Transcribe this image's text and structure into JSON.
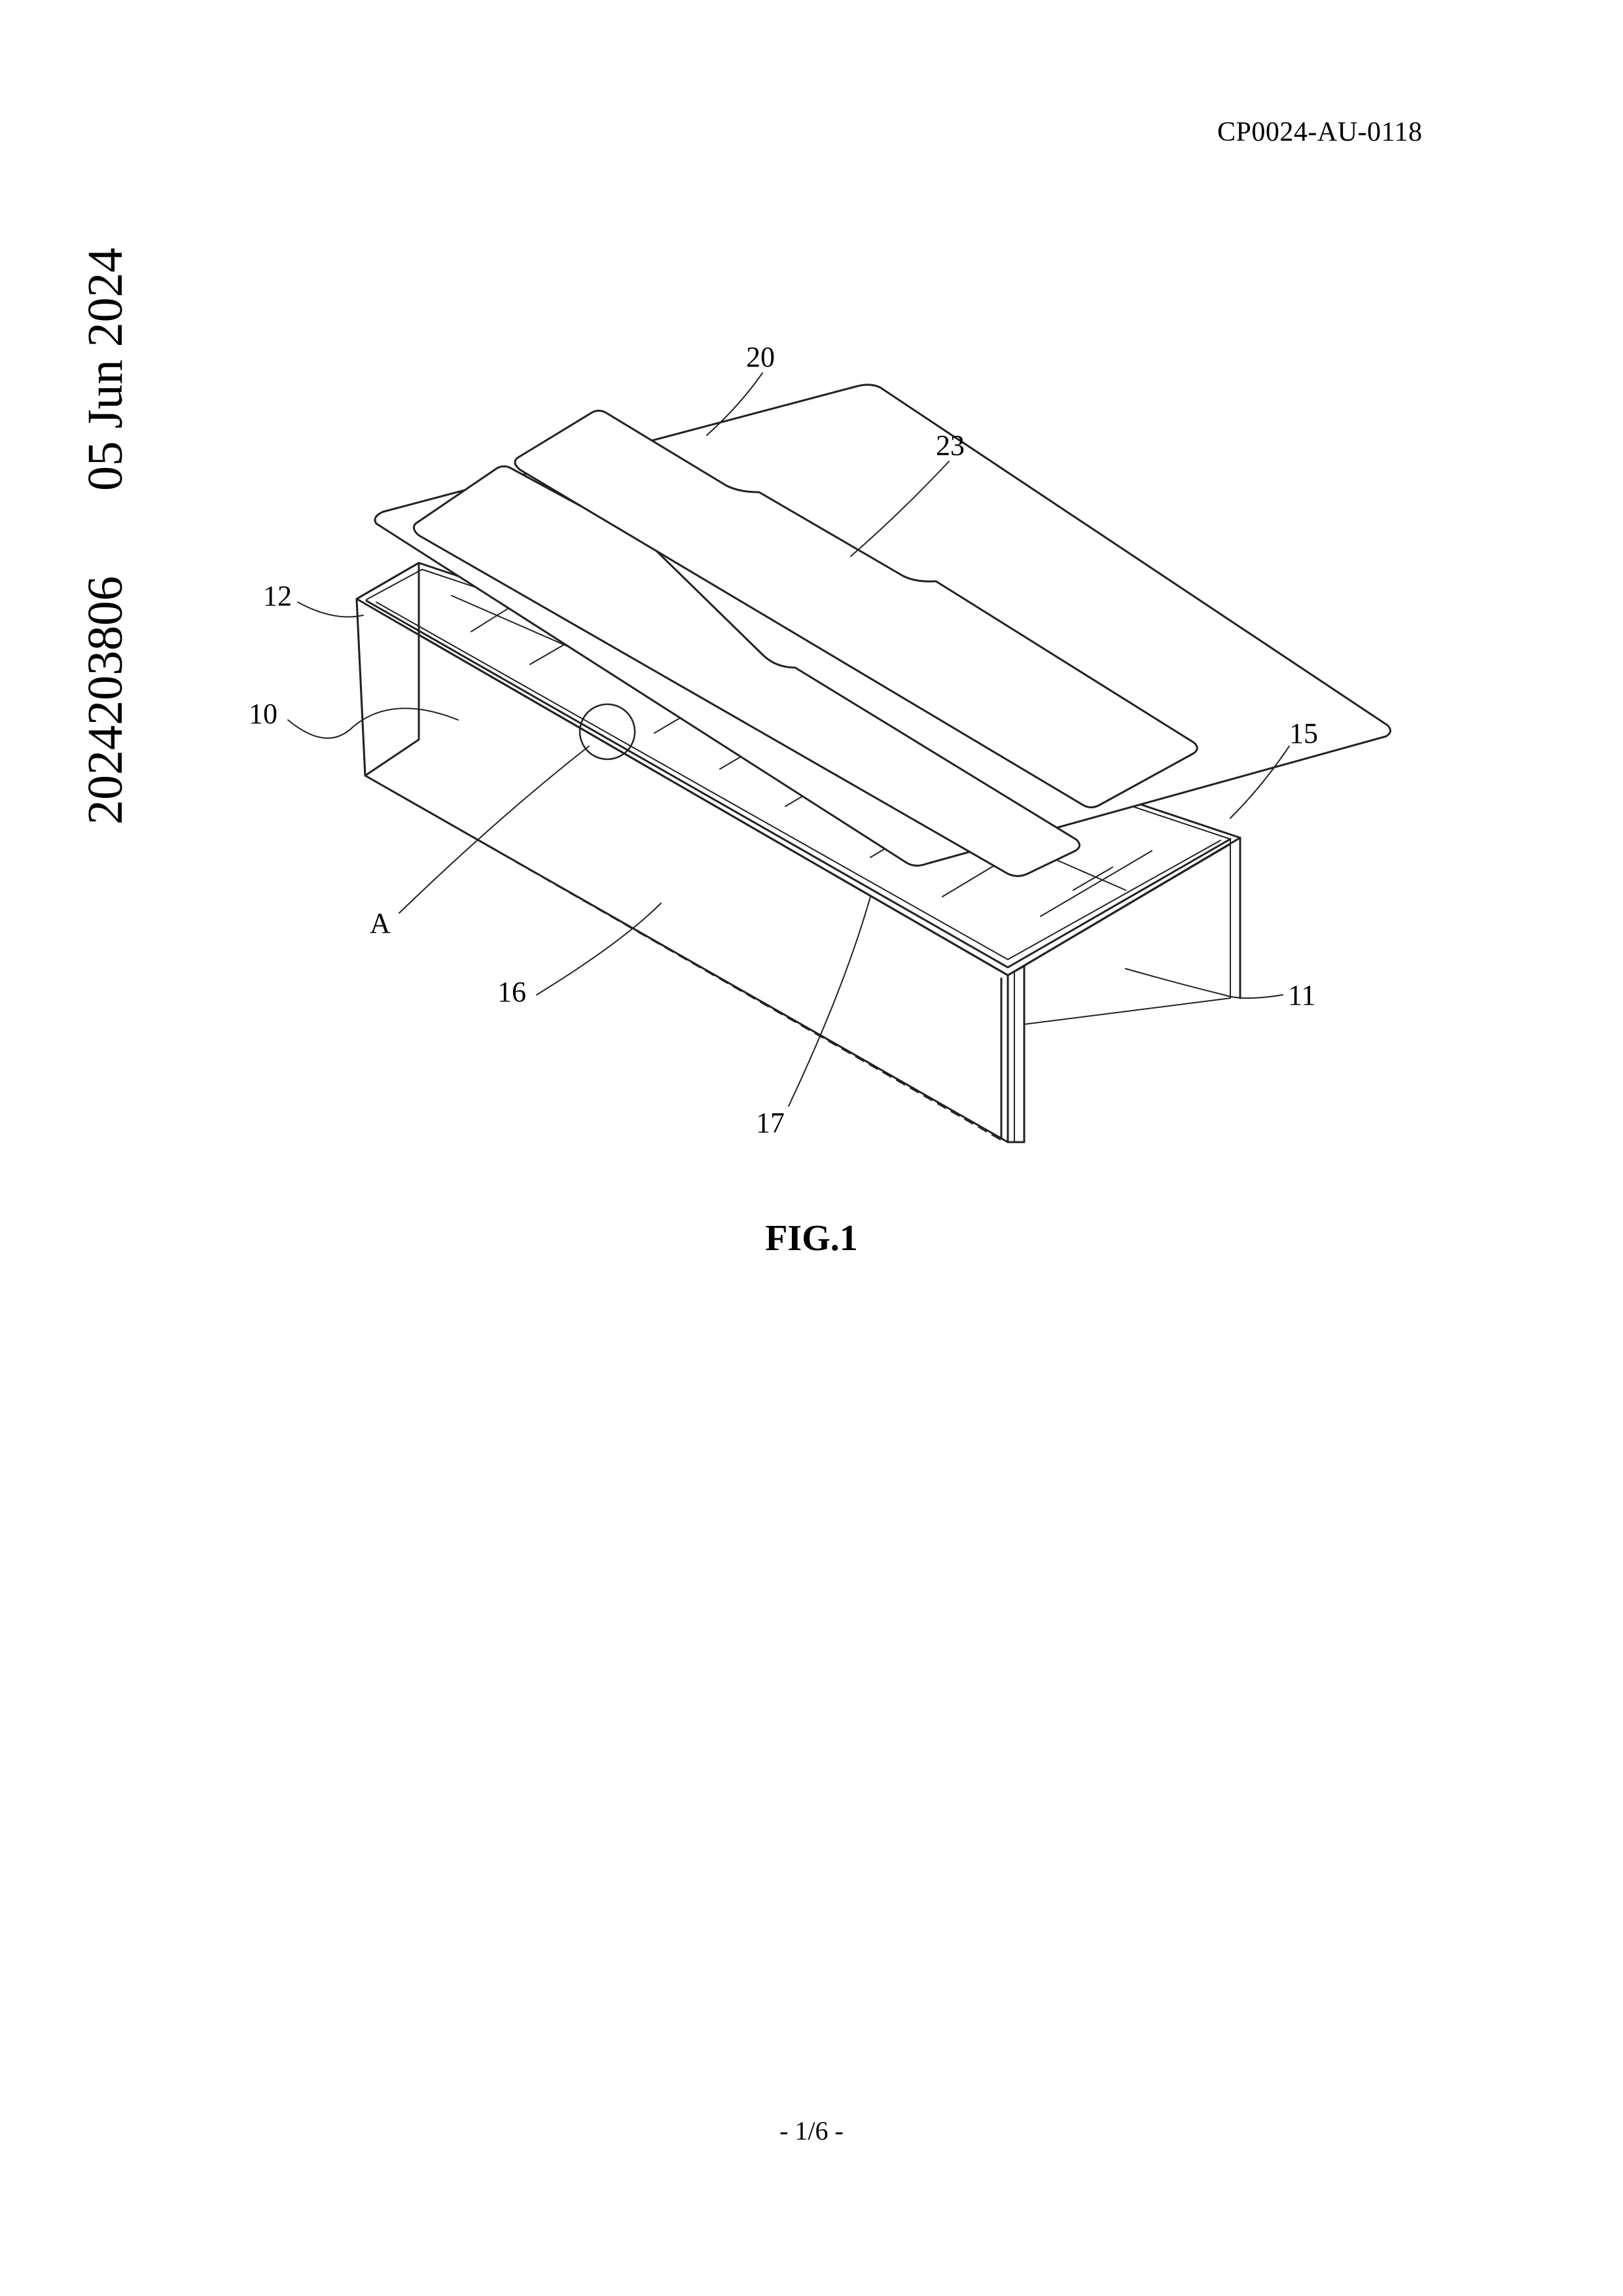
{
  "header": {
    "document_code": "CP0024-AU-0118"
  },
  "side_margin": {
    "application_number": "2024203806",
    "date": "05 Jun 2024"
  },
  "figure": {
    "caption": "FIG.1",
    "reference_labels": {
      "cover_plate": "20",
      "cover_recess": "23",
      "frame_corner": "12",
      "side_panel": "10",
      "detail_marker": "A",
      "long_side_wall": "16",
      "divider": "17",
      "end_beam": "15",
      "end_wall": "11"
    }
  },
  "footer": {
    "page_number": "- 1/6 -"
  }
}
